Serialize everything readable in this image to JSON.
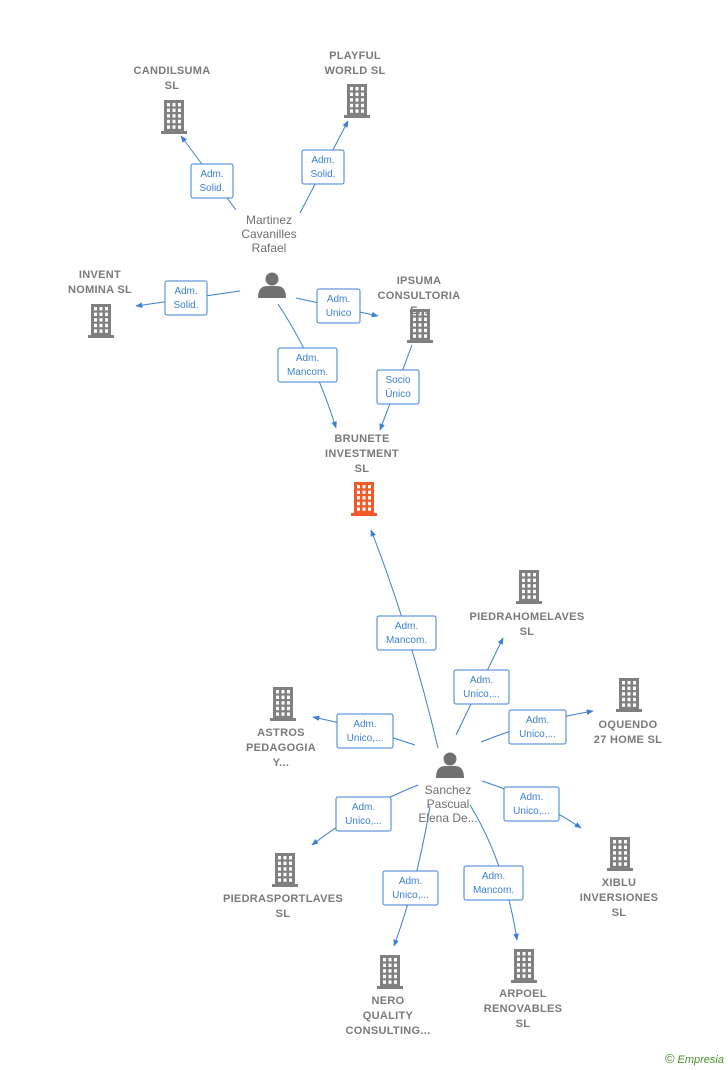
{
  "colors": {
    "edge": "#3d7fd4",
    "company": "#808080",
    "focus": "#f05a28",
    "person": "#707070"
  },
  "companies": [
    {
      "id": "candilsuma",
      "lines": [
        "CANDILSUMA",
        "SL"
      ]
    },
    {
      "id": "playful",
      "lines": [
        "PLAYFUL",
        "WORLD  SL"
      ]
    },
    {
      "id": "invent",
      "lines": [
        "INVENT",
        "NOMINA  SL"
      ]
    },
    {
      "id": "ipsuma",
      "lines": [
        "IPSUMA",
        "CONSULTORIA",
        "E..."
      ]
    },
    {
      "id": "brunete",
      "lines": [
        "BRUNETE",
        "INVESTMENT",
        "SL"
      ],
      "focus": true
    },
    {
      "id": "piedrahome",
      "lines": [
        "PIEDRAHOMELAVES",
        "SL"
      ]
    },
    {
      "id": "oquendo",
      "lines": [
        "OQUENDO",
        "27 HOME  SL"
      ]
    },
    {
      "id": "astros",
      "lines": [
        "ASTROS",
        "PEDAGOGIA",
        "Y..."
      ]
    },
    {
      "id": "xiblu",
      "lines": [
        "XIBLU",
        "INVERSIONES",
        "SL"
      ]
    },
    {
      "id": "piedrasport",
      "lines": [
        "PIEDRASPORTLAVES",
        "SL"
      ]
    },
    {
      "id": "nero",
      "lines": [
        "NERO",
        "QUALITY",
        "CONSULTING..."
      ]
    },
    {
      "id": "arpoel",
      "lines": [
        "ARPOEL",
        "RENOVABLES",
        "SL"
      ]
    }
  ],
  "persons": [
    {
      "id": "martinez",
      "lines": [
        "Martinez",
        "Cavanilles",
        "Rafael"
      ]
    },
    {
      "id": "sanchez",
      "lines": [
        "Sanchez",
        "Pascual",
        "Elena De..."
      ]
    }
  ],
  "edges": [
    {
      "id": "e1",
      "label": [
        "Adm.",
        "Solid."
      ]
    },
    {
      "id": "e2",
      "label": [
        "Adm.",
        "Solid."
      ]
    },
    {
      "id": "e3",
      "label": [
        "Adm.",
        "Solid."
      ]
    },
    {
      "id": "e4",
      "label": [
        "Adm.",
        "Unico"
      ]
    },
    {
      "id": "e5",
      "label": [
        "Adm.",
        "Mancom."
      ]
    },
    {
      "id": "e6",
      "label": [
        "Socio",
        "Único"
      ]
    },
    {
      "id": "e7",
      "label": [
        "Adm.",
        "Mancom."
      ]
    },
    {
      "id": "e8",
      "label": [
        "Adm.",
        "Unico,..."
      ]
    },
    {
      "id": "e9",
      "label": [
        "Adm.",
        "Unico,..."
      ]
    },
    {
      "id": "e10",
      "label": [
        "Adm.",
        "Unico,..."
      ]
    },
    {
      "id": "e11",
      "label": [
        "Adm.",
        "Unico,..."
      ]
    },
    {
      "id": "e12",
      "label": [
        "Adm.",
        "Unico,..."
      ]
    },
    {
      "id": "e13",
      "label": [
        "Adm.",
        "Unico,..."
      ]
    },
    {
      "id": "e14",
      "label": [
        "Adm.",
        "Mancom."
      ]
    }
  ],
  "footer": {
    "copyright": "©",
    "brand": "Empresia"
  }
}
